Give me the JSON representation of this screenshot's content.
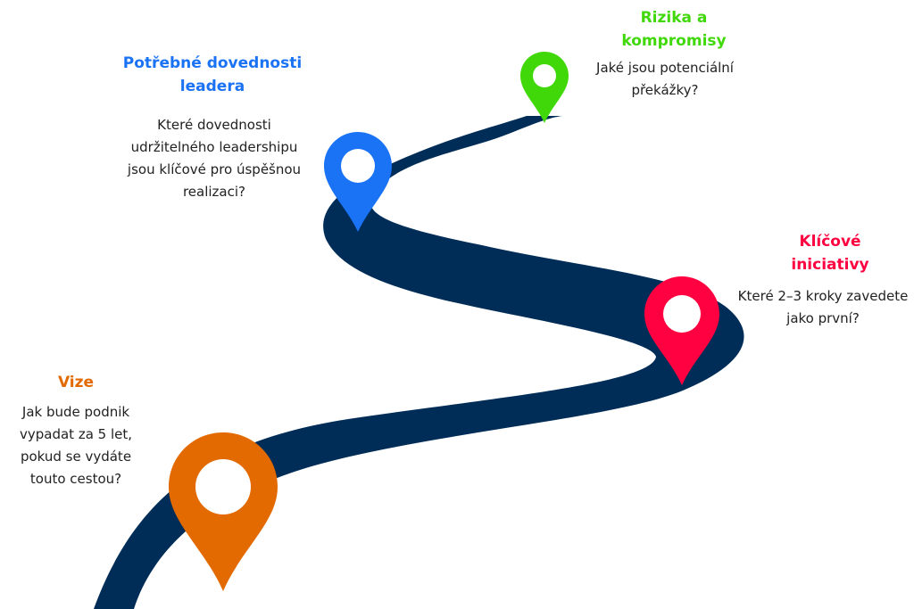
{
  "road": {
    "color": "#002d57"
  },
  "milestones": [
    {
      "id": "vize",
      "title": "Vize",
      "description": "Jak bude podnik vypadat za 5 let, pokud se vydáte touto cestou?",
      "color": "#e36a00"
    },
    {
      "id": "klicove-iniciativy",
      "title": "Klíčové iniciativy",
      "description": "Které 2–3 kroky zavedete jako první?",
      "color": "#ff0040"
    },
    {
      "id": "potrebne-dovednosti",
      "title": "Potřebné dovednosti leadera",
      "description": "Které dovednosti udržitelného leadershipu jsou klíčové pro úspěšnou realizaci?",
      "color": "#1a72f5"
    },
    {
      "id": "rizika",
      "title": "Rizika a kompromisy",
      "description": "Jaké jsou potenciální překážky?",
      "color": "#41d80a"
    }
  ]
}
